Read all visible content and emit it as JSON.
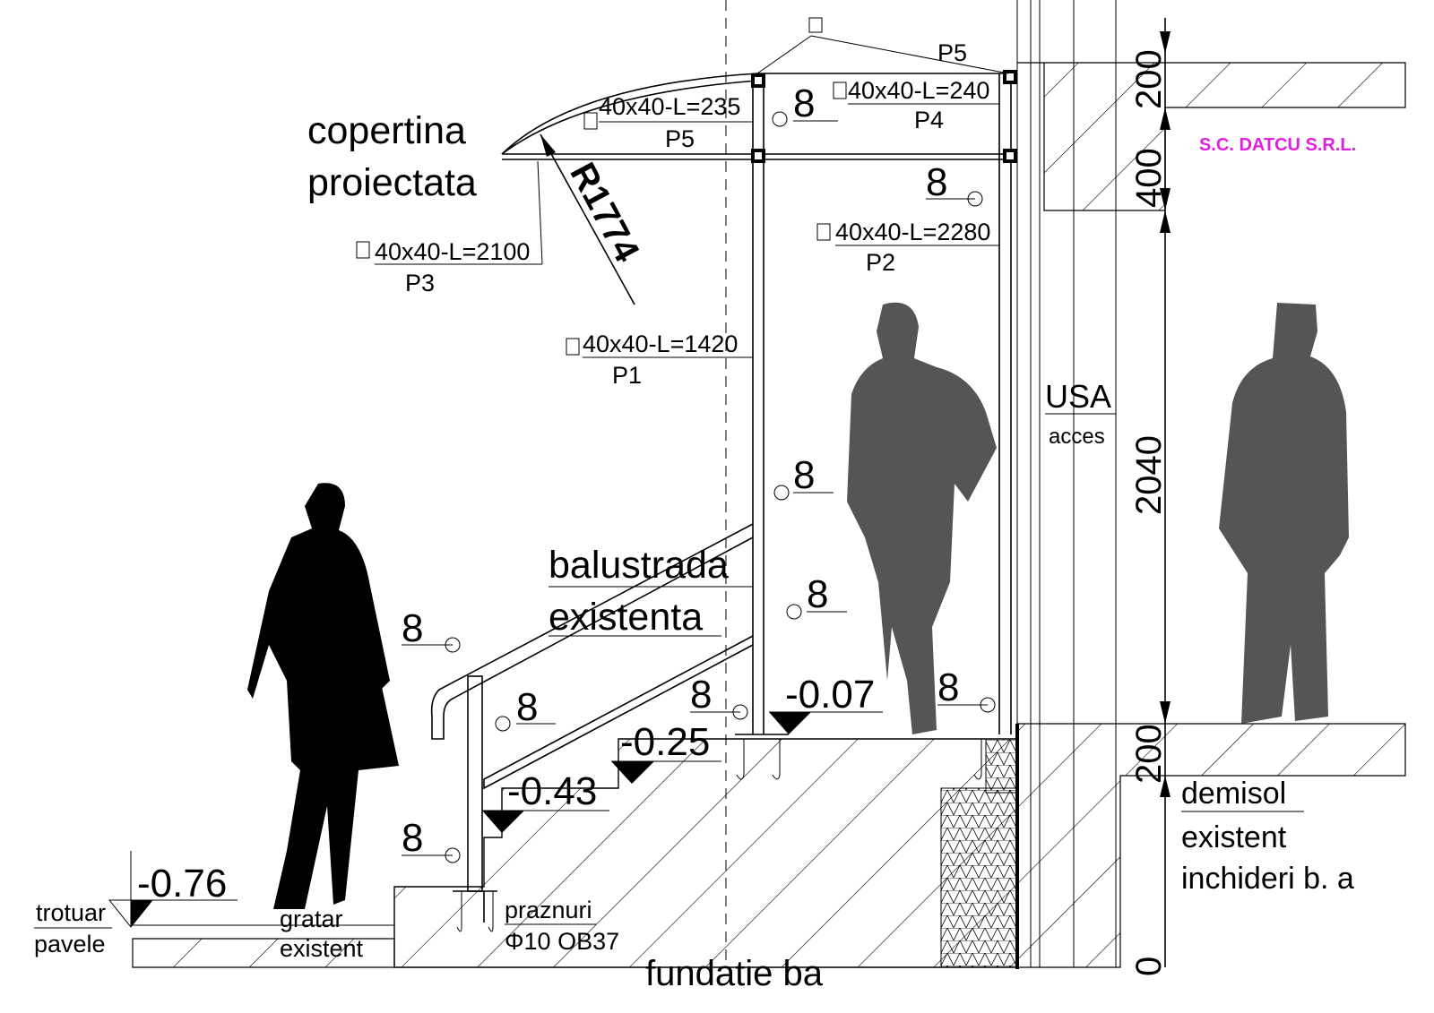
{
  "company": {
    "name": "S.C. DATCU S.R.L.",
    "color": "#e020e0"
  },
  "canopy": {
    "line1": "copertina",
    "line2": "proiectata",
    "radius": "R1774"
  },
  "profiles": [
    {
      "size": "40x40-L=2100",
      "name": "P3"
    },
    {
      "size": "40x40-L=235",
      "name": "P5"
    },
    {
      "size": "40x40-L=240",
      "name": "P4"
    },
    {
      "size": "40x40-L=2280",
      "name": "P2"
    },
    {
      "size": "40x40-L=1420",
      "name": "P1"
    }
  ],
  "top_profile_label": "P5",
  "weld_size": "8",
  "door": {
    "line1": "USA",
    "line2": "acces"
  },
  "vertical_dims": [
    "200",
    "400",
    "2040",
    "200",
    "0"
  ],
  "railing": {
    "line1": "balustrada",
    "line2": "existenta"
  },
  "levels": [
    "-0.07",
    "-0.25",
    "-0.43",
    "-0.76"
  ],
  "sidewalk": {
    "line1": "trotuar",
    "line2": "pavele"
  },
  "grate": {
    "line1": "gratar",
    "line2": "existent"
  },
  "anchors": {
    "line1": "praznuri",
    "line2": "Φ10 OB37"
  },
  "foundation": "fundatie ba",
  "basement": {
    "line1": "demisol",
    "line2": "existent",
    "line3": "inchideri b. a"
  }
}
